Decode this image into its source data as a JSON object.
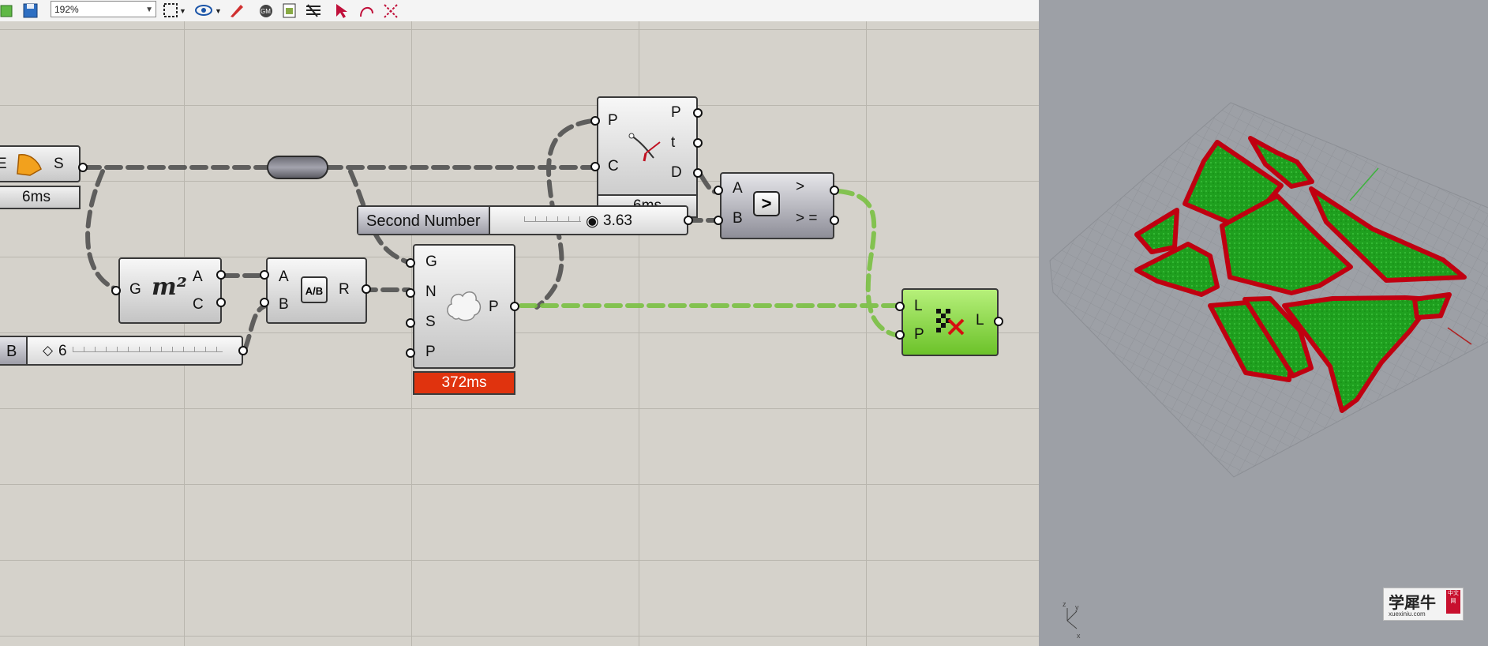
{
  "toolbar": {
    "zoom_value": "192%",
    "icons": [
      "new-file-icon",
      "save-icon",
      "zoom-dropdown",
      "node-display-icon",
      "preview-eye-icon",
      "sketch-icon",
      "cluster-icon",
      "document-icon",
      "bake-icon",
      "cursor-select-icon",
      "wire-tool-icon",
      "hidden-wire-icon"
    ]
  },
  "nodes": {
    "surface_partial": {
      "port_s": "S",
      "port_e": "E",
      "timer": "6ms"
    },
    "area": {
      "port_g": "G",
      "glyph": "m²",
      "port_a": "A",
      "port_c": "C"
    },
    "division": {
      "port_a": "A",
      "port_b": "B",
      "port_r": "R",
      "glyph": "A/B"
    },
    "populate": {
      "port_g": "G",
      "port_n": "N",
      "port_s": "S",
      "port_p_in": "P",
      "port_p_out": "P",
      "timer": "372ms"
    },
    "curve_closest": {
      "port_p_in": "P",
      "port_c": "C",
      "port_p_out": "P",
      "port_t": "t",
      "port_d": "D",
      "timer": "6ms"
    },
    "larger_than": {
      "port_a": "A",
      "port_b": "B",
      "out_gt": ">",
      "out_gte": "> =",
      "glyph": ">"
    },
    "cull_pattern": {
      "port_l_in": "L",
      "port_p": "P",
      "port_l_out": "L"
    }
  },
  "sliders": {
    "second_number": {
      "label": "Second Number",
      "value": "3.63"
    },
    "b_slider": {
      "label": "B",
      "value": "6"
    }
  },
  "viewport": {
    "axis_labels": [
      "z",
      "y",
      "x"
    ],
    "colors": {
      "fill": "#1fa01f",
      "outline": "#c00010",
      "ground": "#9da0a6"
    }
  },
  "watermark": {
    "text": "学犀牛",
    "badge": "中文网",
    "url": "xuexiniu.com"
  }
}
